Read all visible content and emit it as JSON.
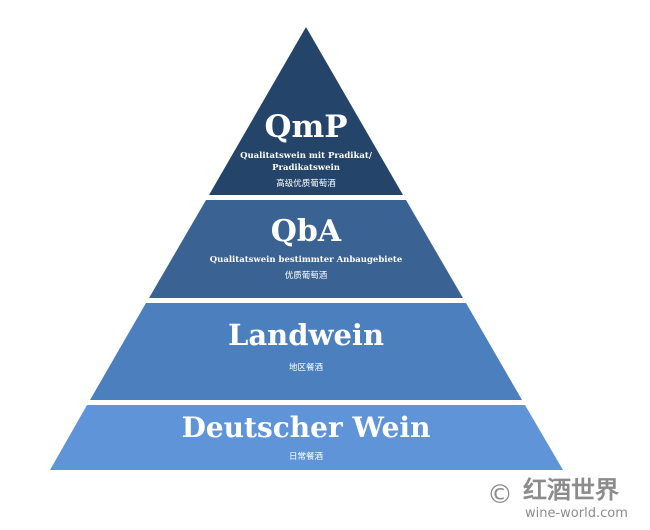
{
  "tiers": [
    {
      "title": "QmP",
      "subtitle_line1": "Qualitatswein mit Pradikat/",
      "subtitle_line2": "Pradikatswein",
      "chinese": "高级优质葡萄酒",
      "color": "#24446a"
    },
    {
      "title": "QbA",
      "subtitle_line1": "Qualitatswein bestimmter Anbaugebiete",
      "chinese": "优质葡萄酒",
      "color": "#3a6394"
    },
    {
      "title": "Landwein",
      "chinese": "地区餐酒",
      "color": "#4b7fbd"
    },
    {
      "title": "Deutscher Wein",
      "chinese": "日常餐酒",
      "color": "#5f95d8"
    }
  ],
  "watermark": {
    "logo_text": "红酒世界",
    "url": "wine-world.com",
    "symbol": "©",
    "color": "#8c8c8c"
  }
}
